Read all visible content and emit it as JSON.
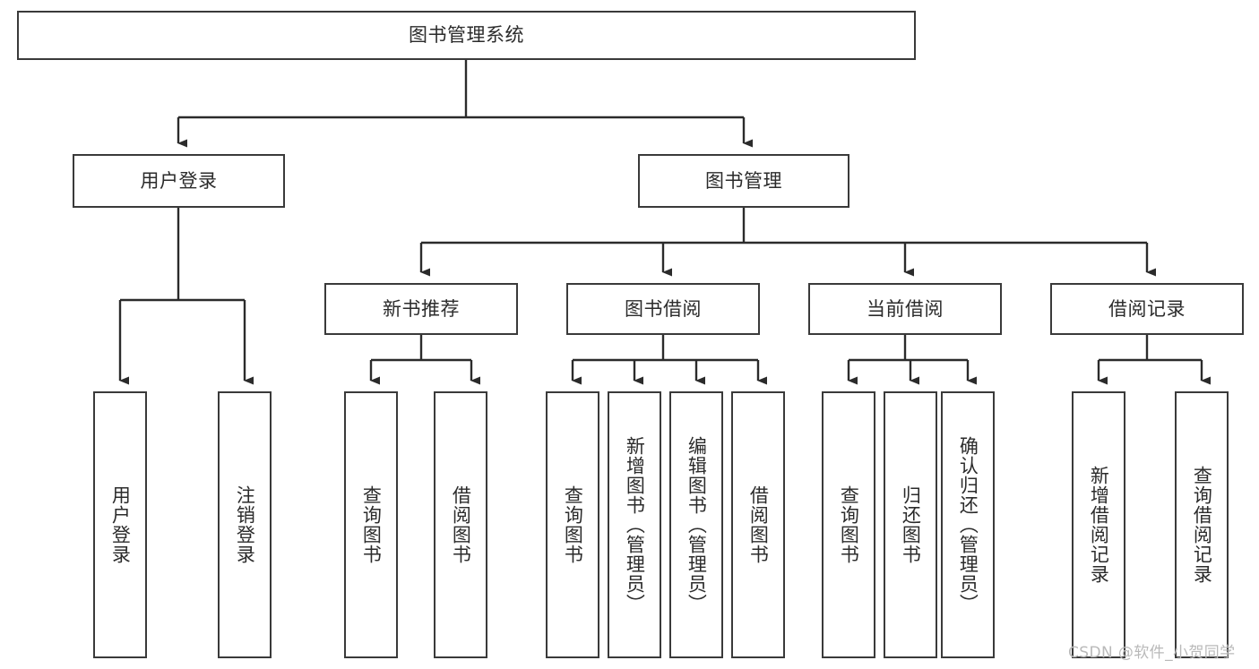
{
  "diagram": {
    "title": "图书管理系统",
    "colors": {
      "border": "#3a3a3a",
      "text": "#2b2b2b",
      "background": "#ffffff",
      "connector": "#2b2b2b",
      "watermark": "#b9b9b9"
    },
    "root": {
      "label": "图书管理系统"
    },
    "level1": [
      {
        "label": "用户登录"
      },
      {
        "label": "图书管理"
      }
    ],
    "level2": [
      {
        "label": "新书推荐"
      },
      {
        "label": "图书借阅"
      },
      {
        "label": "当前借阅"
      },
      {
        "label": "借阅记录"
      }
    ],
    "leaves": {
      "user_login": [
        {
          "label": "用户登录"
        },
        {
          "label": "注销登录"
        }
      ],
      "new_book_recommend": [
        {
          "label": "查询图书"
        },
        {
          "label": "借阅图书"
        }
      ],
      "book_borrow": [
        {
          "label": "查询图书"
        },
        {
          "label": "新增图书（管理员）"
        },
        {
          "label": "编辑图书（管理员）"
        },
        {
          "label": "借阅图书"
        }
      ],
      "current_borrow": [
        {
          "label": "查询图书"
        },
        {
          "label": "归还图书"
        },
        {
          "label": "确认归还（管理员）"
        }
      ],
      "borrow_record": [
        {
          "label": "新增借阅记录"
        },
        {
          "label": "查询借阅记录"
        }
      ]
    }
  },
  "watermark": {
    "text": "CSDN @软件_小贺同学"
  }
}
